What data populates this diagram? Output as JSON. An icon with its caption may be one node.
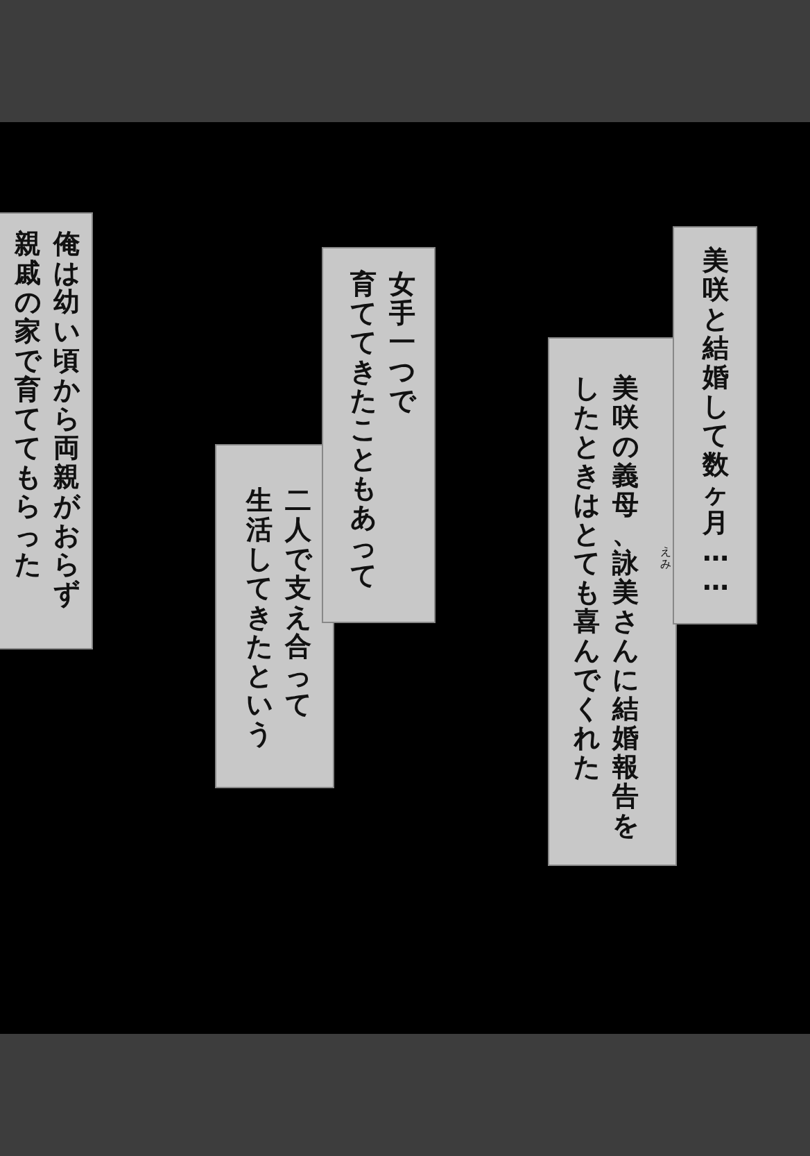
{
  "diagram": {
    "nodes": [
      {
        "text": [
          "美咲と結婚して数ヶ月……"
        ]
      },
      {
        "text": [
          "美咲の義母、詠美さんに結婚報告をしたときはとても喜んでくれた"
        ]
      },
      {
        "text": [
          "女手一つで育ててきたこともあって"
        ]
      },
      {
        "text": [
          "二人で支え合って生活してきたという"
        ]
      },
      {
        "text": [
          "俺は幼い頃から両親がおらず親戚の家で育ててもらった"
        ]
      }
    ],
    "edges": [],
    "labels": [
      "えみ"
    ]
  }
}
